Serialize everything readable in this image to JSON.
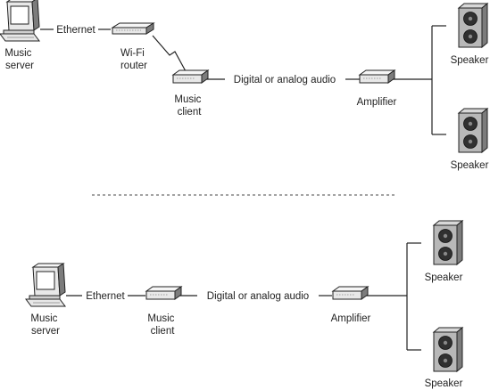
{
  "top": {
    "server_label": [
      "Music",
      "server"
    ],
    "ethernet_label": "Ethernet",
    "router_label": [
      "Wi-Fi",
      "router"
    ],
    "client_label": [
      "Music",
      "client"
    ],
    "audio_link_label": "Digital or analog audio",
    "amplifier_label": "Amplifier",
    "speaker_upper_label": "Speaker",
    "speaker_lower_label": "Speaker"
  },
  "bottom": {
    "server_label": [
      "Music",
      "server"
    ],
    "ethernet_label": "Ethernet",
    "client_label": [
      "Music",
      "client"
    ],
    "audio_link_label": "Digital or analog audio",
    "amplifier_label": "Amplifier",
    "speaker_upper_label": "Speaker",
    "speaker_lower_label": "Speaker"
  }
}
